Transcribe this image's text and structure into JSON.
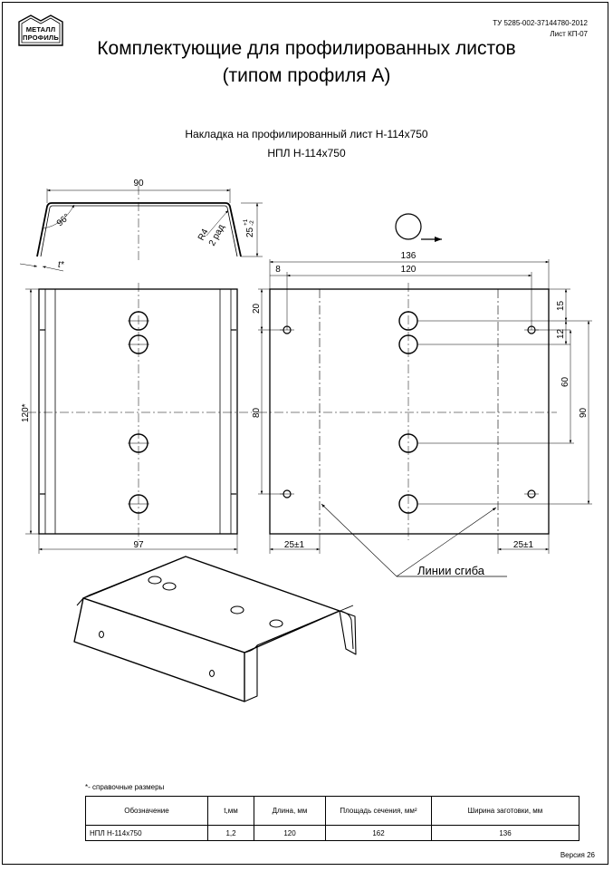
{
  "header": {
    "logo_line1": "МЕТАЛЛ",
    "logo_line2": "ПРОФИЛЬ",
    "spec_number": "ТУ 5285-002-37144780-2012",
    "sheet_number": "Лист КП-07",
    "title_line1": "Комплектующие для профилированных листов",
    "title_line2": "(типом профиля А)",
    "part_title": "Накладка на профилированный лист Н-114х750",
    "part_code": "НПЛ Н-114х750"
  },
  "dimensions": {
    "side_width": "90",
    "side_angle": "96°",
    "side_radius": "R4",
    "side_radius_note": "2 рад",
    "side_height": "25",
    "side_height_tol": "+1\n-2",
    "side_height_tol_plus": "+1",
    "side_height_tol_minus": "-2",
    "thickness": "t*",
    "front_height": "120*",
    "front_width": "97",
    "plan_total": "136",
    "plan_hole_offset": "8",
    "plan_hole_span": "120",
    "plan_top_offset": "20",
    "plan_left_height": "80",
    "plan_right_top": "15",
    "plan_right_step": "12",
    "plan_right_mid": "60",
    "plan_right_tall": "90",
    "plan_left_bottom": "25±1",
    "plan_right_bottom": "25±1"
  },
  "bend_lines_label": "Линии сгиба",
  "table": {
    "footnote": "*- справочные размеры",
    "headers": [
      "Обозначение",
      "t,мм",
      "Длина, мм",
      "Площадь сечения, мм²",
      "Ширина заготовки, мм"
    ],
    "rows": [
      [
        "НПЛ Н-114х750",
        "1,2",
        "120",
        "162",
        "136"
      ]
    ]
  },
  "version": "Версия 26"
}
